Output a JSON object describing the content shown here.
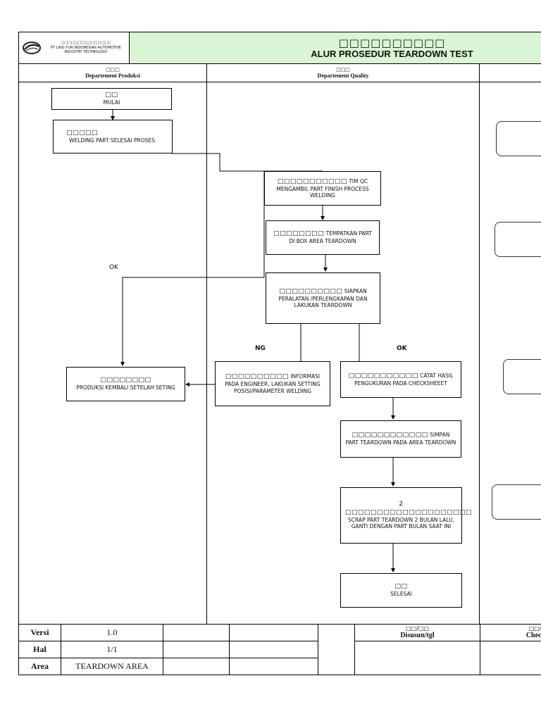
{
  "header": {
    "company_cn": "□□□□□□□□□□□□□□□",
    "company_name": "PT LING YUN INDONESIAN AUTOMOTIVE INDUSTRY TECHNOLOGY",
    "title_cn": "□□□□□□□□□□",
    "title": "ALUR PROSEDUR TEARDOWN TEST"
  },
  "columns": [
    {
      "cn": "□□□",
      "label": "Departement Produksi"
    },
    {
      "cn": "□□□",
      "label": "Departement Quality"
    }
  ],
  "steps": {
    "mulai": {
      "cn": "□□",
      "text": "MULAI"
    },
    "welding": {
      "cn": "□□□□□",
      "text": "WELDING PART SELESAI PROSES"
    },
    "qc_take": {
      "cn": "□□□□□□□□□□□",
      "text": "TIM QC MENGAMBIL PART FINISH PROCESS WELDING"
    },
    "box_area": {
      "cn": "□□□□□□□□",
      "text": "TEMPATKAN PART DI BOX AREA TEARDOWN"
    },
    "prepare": {
      "cn": "□□□□□□□□□□",
      "text": "SIAPKAN PERALATAN /PERLENGKAPAN DAN LAKUKAN TEARDOWN"
    },
    "produksi_kembali": {
      "cn": "□□□□□□□□",
      "text": "PRODUKSI KEMBALI SETELAH SETING"
    },
    "informasi": {
      "cn": "□□□□□□□□□□",
      "text": "INFORMASI PADA ENGINEER, LAKUKAN SETTING POSISI/PARAMETER WELDING"
    },
    "catat": {
      "cn": "□□□□□□□□□□□",
      "text": "CATAT HASIL PENGUKURAN PADA CHECKSHEEET"
    },
    "simpan": {
      "cn": "□□□□□□□□□□□□",
      "text": "SIMPAN PART TEARDOWN PADA AREA TEARDOWN"
    },
    "scrap": {
      "cn": "2 □□□□□□□□□□□□□□□□□□□□",
      "text": "SCRAP PART TEARDOWN 2 BULAN LALU, GANTI DENGAN PART BULAN SAAT INI"
    },
    "selesai": {
      "cn": "□□",
      "text": "SELESAI"
    }
  },
  "labels": {
    "ok_left": "OK",
    "ng": "NG",
    "ok_right": "OK"
  },
  "footer": {
    "versi_label": "Versi",
    "versi_value": "1.0",
    "hal_label": "Hal",
    "hal_value": "1/1",
    "area_label": "Area",
    "area_value": "TEARDOWN AREA",
    "disusun_cn": "□□/□□",
    "disusun": "Disusun/tgl",
    "checked_cn": "□□/",
    "checked": "Chec"
  }
}
